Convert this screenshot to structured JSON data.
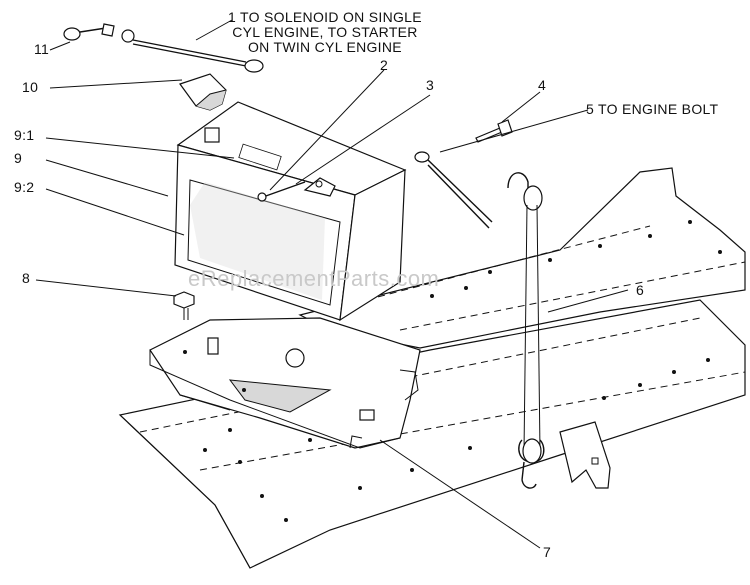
{
  "watermark": "eReplacementParts.com",
  "callouts": {
    "c1": {
      "number": "1",
      "lines": [
        "TO SOLENOID ON SINGLE",
        "CYL ENGINE, TO STARTER",
        "ON TWIN CYL ENGINE"
      ]
    },
    "c2": "2",
    "c3": "3",
    "c4": "4",
    "c5": {
      "number": "5",
      "text": "TO ENGINE BOLT"
    },
    "c6": "6",
    "c7": "7",
    "c8": "8",
    "c9": "9",
    "c9_1": "9:1",
    "c9_2": "9:2",
    "c10": "10",
    "c11": "11"
  }
}
